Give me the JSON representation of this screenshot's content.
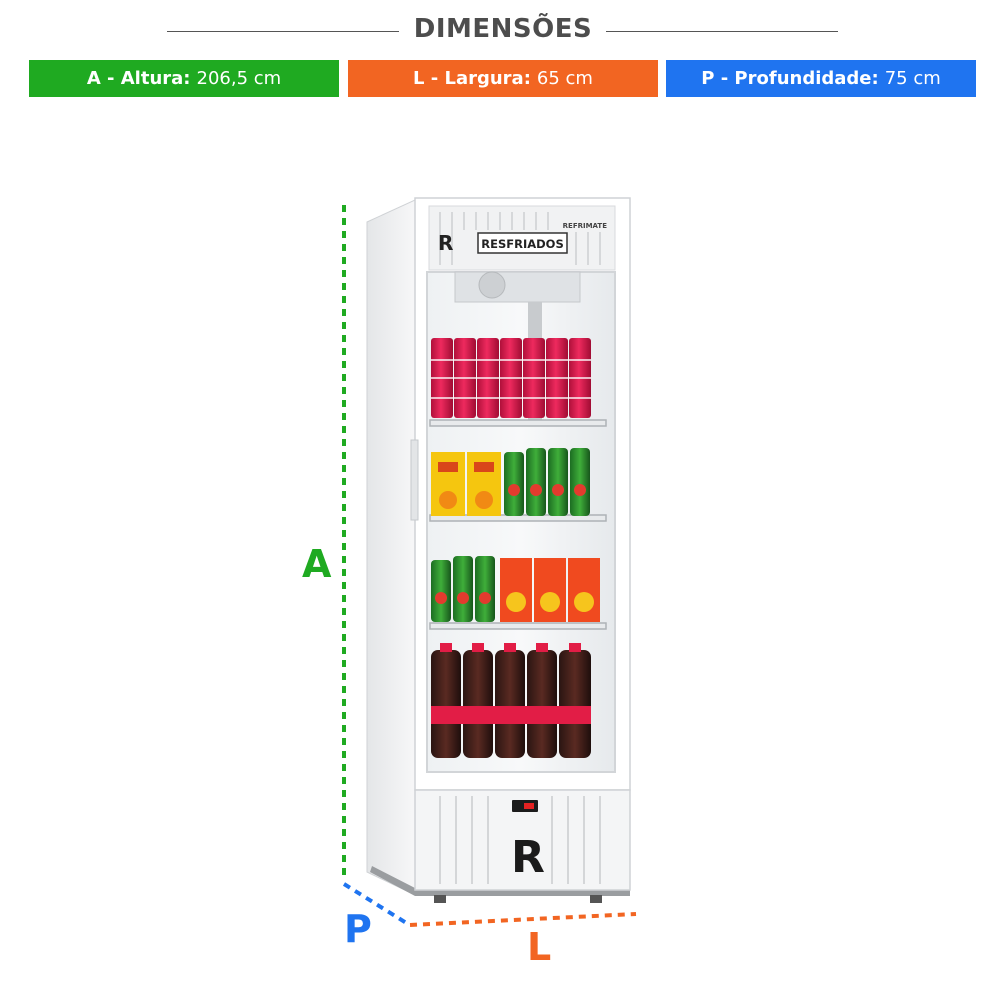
{
  "header": {
    "title": "DIMENSÕES"
  },
  "badges": {
    "altura": {
      "key": "A - Altura:",
      "value": "206,5 cm"
    },
    "largura": {
      "key": "L - Largura:",
      "value": "65 cm"
    },
    "profundidade": {
      "key": "P - Profundidade:",
      "value": "75 cm"
    }
  },
  "dimension_letters": {
    "a": "A",
    "l": "L",
    "p": "P"
  },
  "fridge": {
    "sign_text": "RESFRIADOS",
    "brand_text": "REFRIMATE",
    "logo_text": "R"
  },
  "colors": {
    "green": "#1faa21",
    "orange": "#f26522",
    "blue": "#1f74f0",
    "title_gray": "#4d4d4d"
  }
}
